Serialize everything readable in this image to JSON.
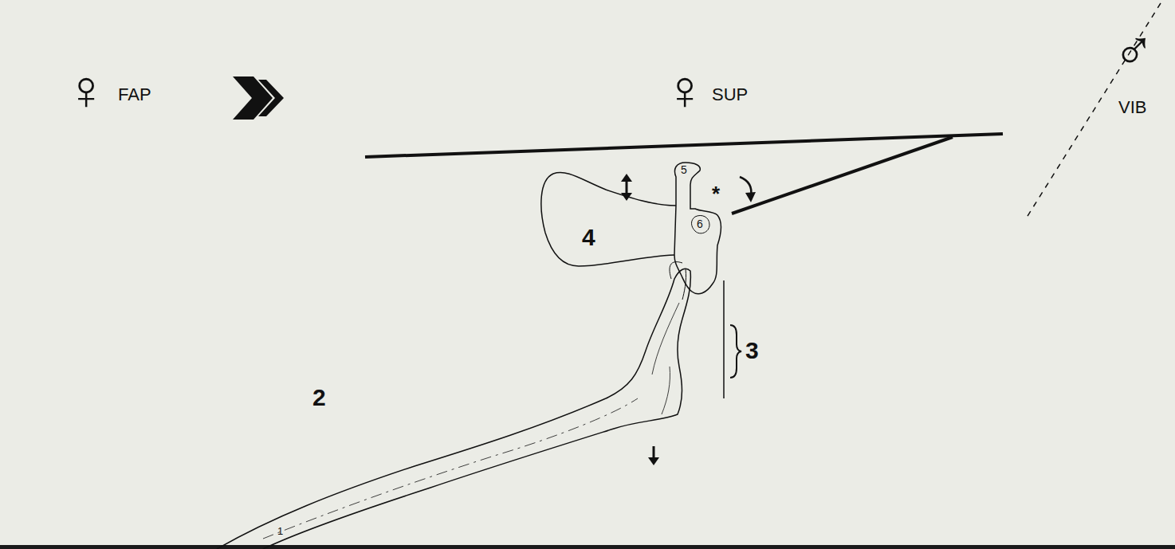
{
  "diagram": {
    "labels": [
      "♀",
      "FAP",
      "♀",
      "SUP",
      "♂",
      "VIB",
      "1",
      "2",
      "3",
      "4",
      "5",
      "6",
      "*"
    ]
  }
}
